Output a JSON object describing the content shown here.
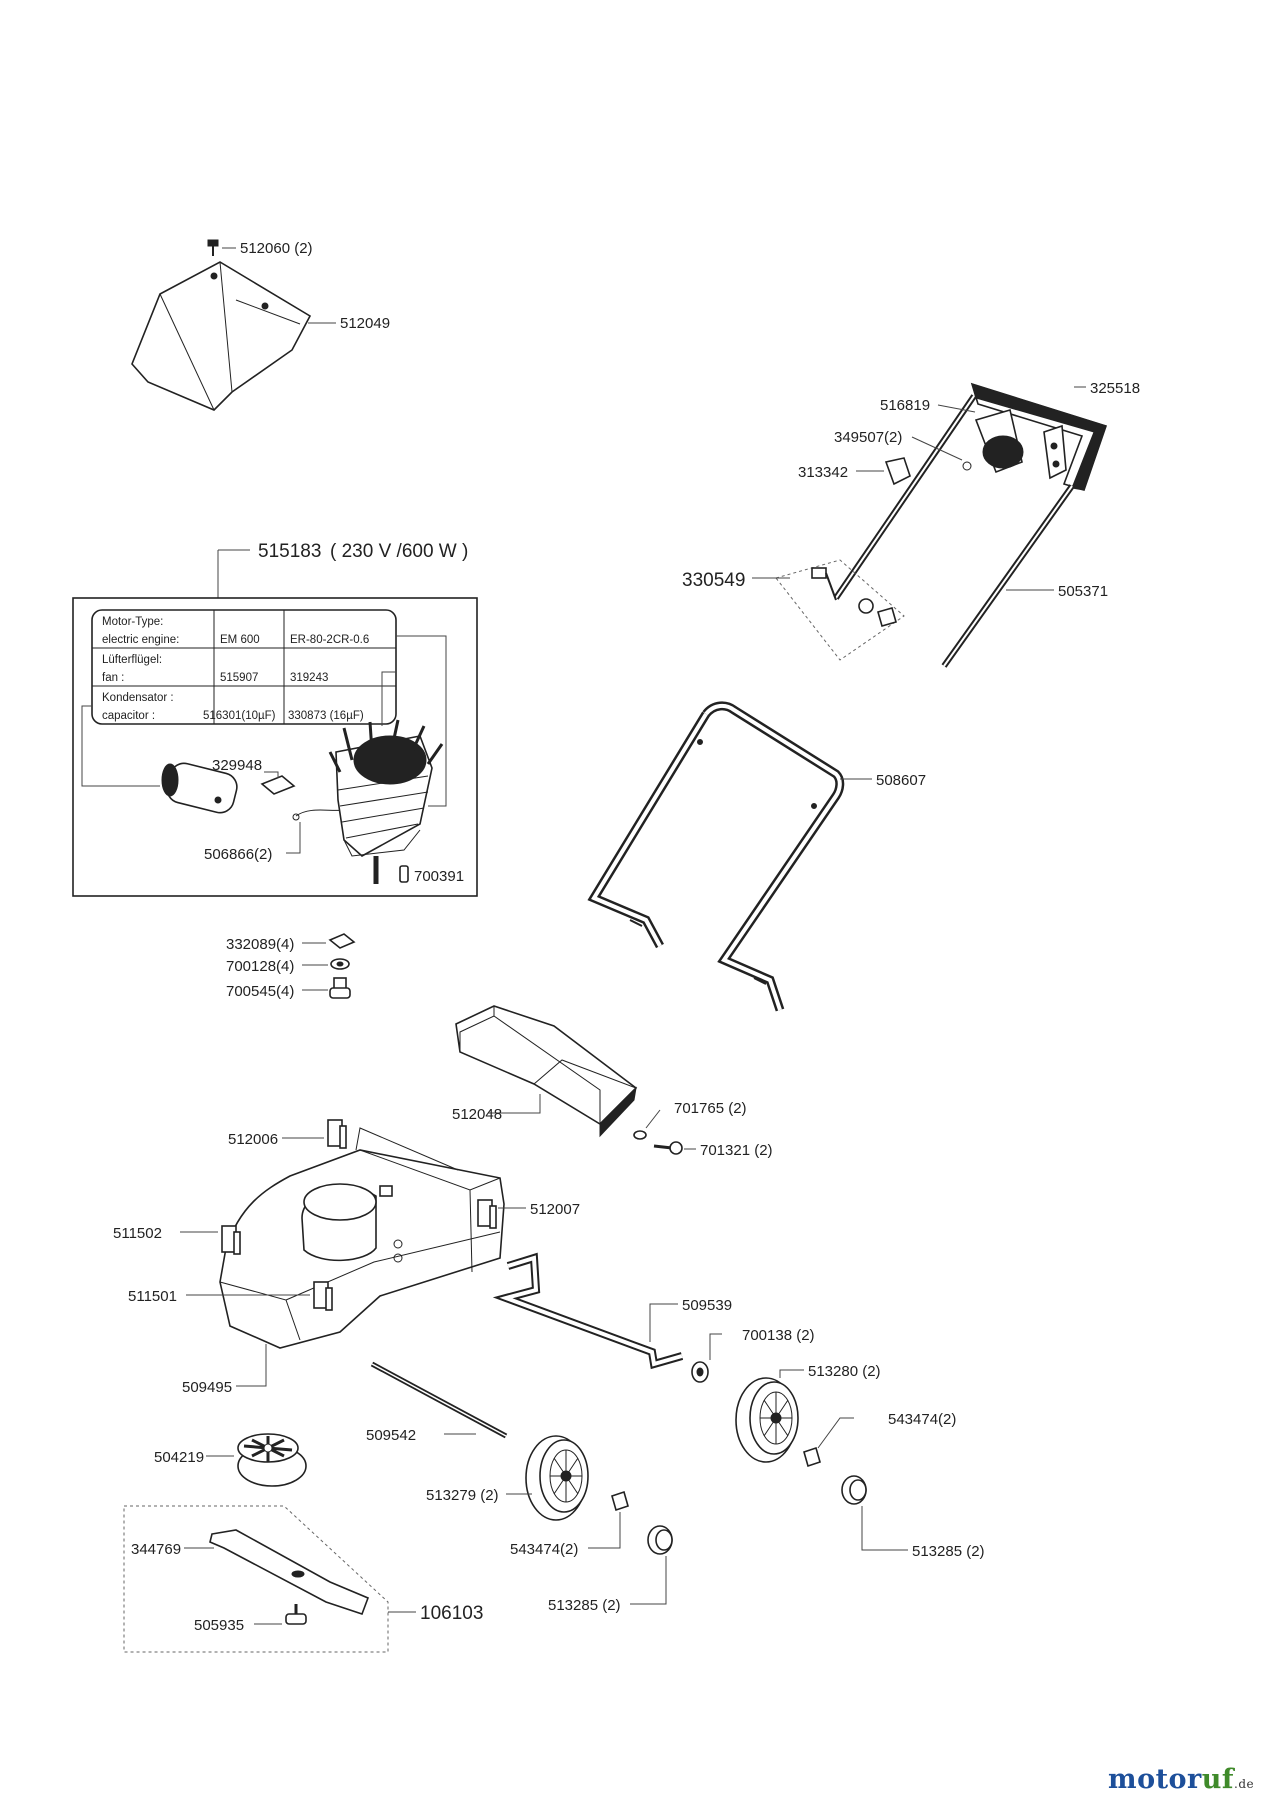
{
  "motor_group": {
    "number": "515183",
    "spec": "( 230 V /600 W )",
    "table": {
      "rows": [
        {
          "label_de": "Motor-Type:",
          "label_en": "electric engine:",
          "v1": "EM 600",
          "v2": "ER-80-2CR-0.6"
        },
        {
          "label_de": "Lüfterflügel:",
          "label_en": "fan :",
          "v1": "515907",
          "v2": "319243"
        },
        {
          "label_de": "Kondensator :",
          "label_en": "capacitor :",
          "v1": "516301(10µF)",
          "v2": "330873 (16µF)"
        }
      ]
    },
    "parts": {
      "p329948": "329948",
      "p506866": "506866(2)",
      "p700391": "700391"
    }
  },
  "parts": {
    "p512060": "512060 (2)",
    "p512049": "512049",
    "p325518": "325518",
    "p516819": "516819",
    "p349507": "349507(2)",
    "p313342": "313342",
    "p330549": "330549",
    "p505371": "505371",
    "p508607": "508607",
    "p332089": "332089(4)",
    "p700128": "700128(4)",
    "p700545": "700545(4)",
    "p512048": "512048",
    "p701765": "701765 (2)",
    "p701321": "701321 (2)",
    "p512006": "512006",
    "p512007": "512007",
    "p511502": "511502",
    "p511501": "511501",
    "p509539": "509539",
    "p700138": "700138 (2)",
    "p513280": "513280 (2)",
    "p509495": "509495",
    "p509542": "509542",
    "p543474a": "543474(2)",
    "p504219": "504219",
    "p513279": "513279 (2)",
    "p344769": "344769",
    "p543474b": "543474(2)",
    "p513285a": "513285 (2)",
    "p106103": "106103",
    "p505935": "505935",
    "p513285b": "513285 (2)"
  },
  "logo": {
    "brand_a": "motor",
    "brand_b": "uf",
    "tld": ".de"
  }
}
